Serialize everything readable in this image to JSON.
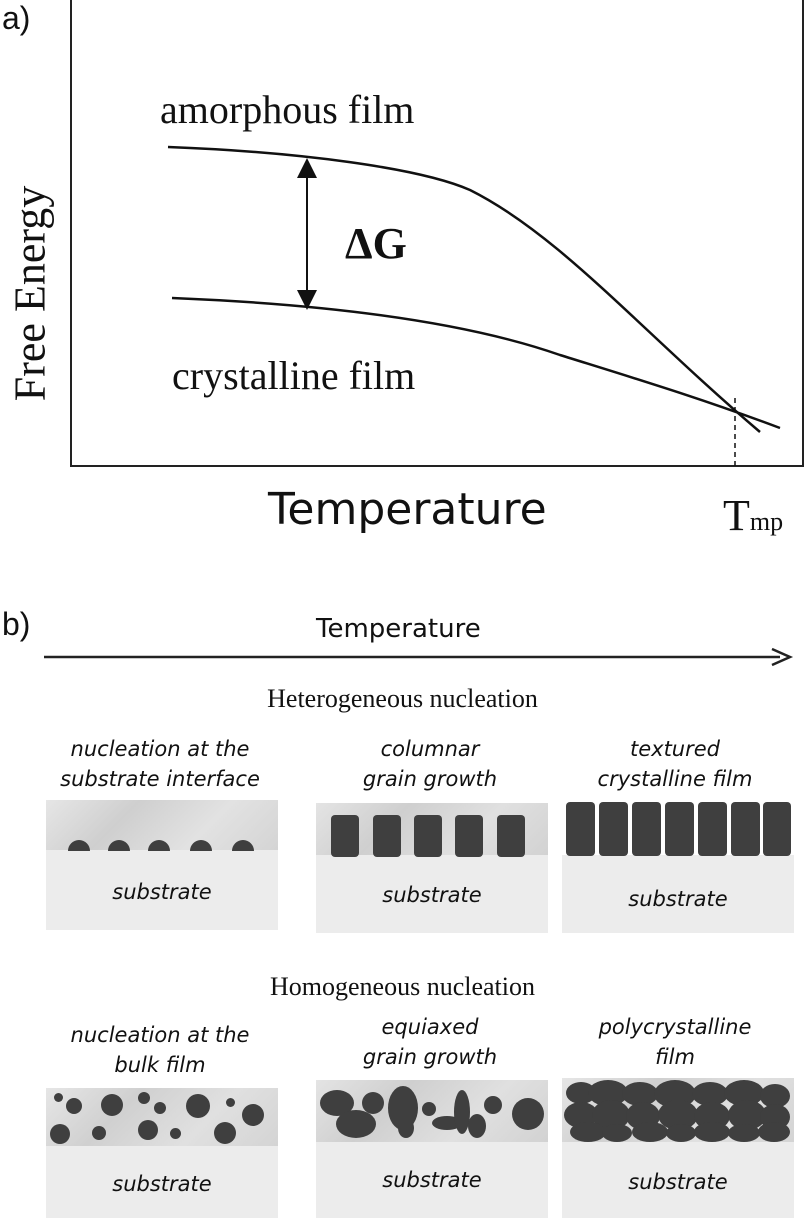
{
  "panel_a": {
    "label": "a)",
    "y_axis_label": "Free Energy",
    "x_axis_label": "Temperature",
    "curve_amorphous_label": "amorphous film",
    "curve_crystalline_label": "crystalline film",
    "delta_label": "ΔG",
    "tmp_main": "T",
    "tmp_sub": "mp"
  },
  "panel_b": {
    "label": "b)",
    "temperature_label": "Temperature",
    "hetero": {
      "title": "Heterogeneous nucleation",
      "captions": [
        {
          "line1": "nucleation at the",
          "line2": "substrate interface"
        },
        {
          "line1": "columnar",
          "line2": "grain growth"
        },
        {
          "line1": "textured",
          "line2": "crystalline film"
        }
      ],
      "substrate_label": "substrate"
    },
    "homo": {
      "title": "Homogeneous nucleation",
      "captions": [
        {
          "line1": "nucleation at the",
          "line2": "bulk film"
        },
        {
          "line1": "equiaxed",
          "line2": "grain growth"
        },
        {
          "line1": "polycrystalline",
          "line2": "film"
        }
      ],
      "substrate_label": "substrate"
    }
  },
  "colors": {
    "grain": "#3f3f3f",
    "substrate": "#ececec",
    "film": "#dcdcdc"
  }
}
